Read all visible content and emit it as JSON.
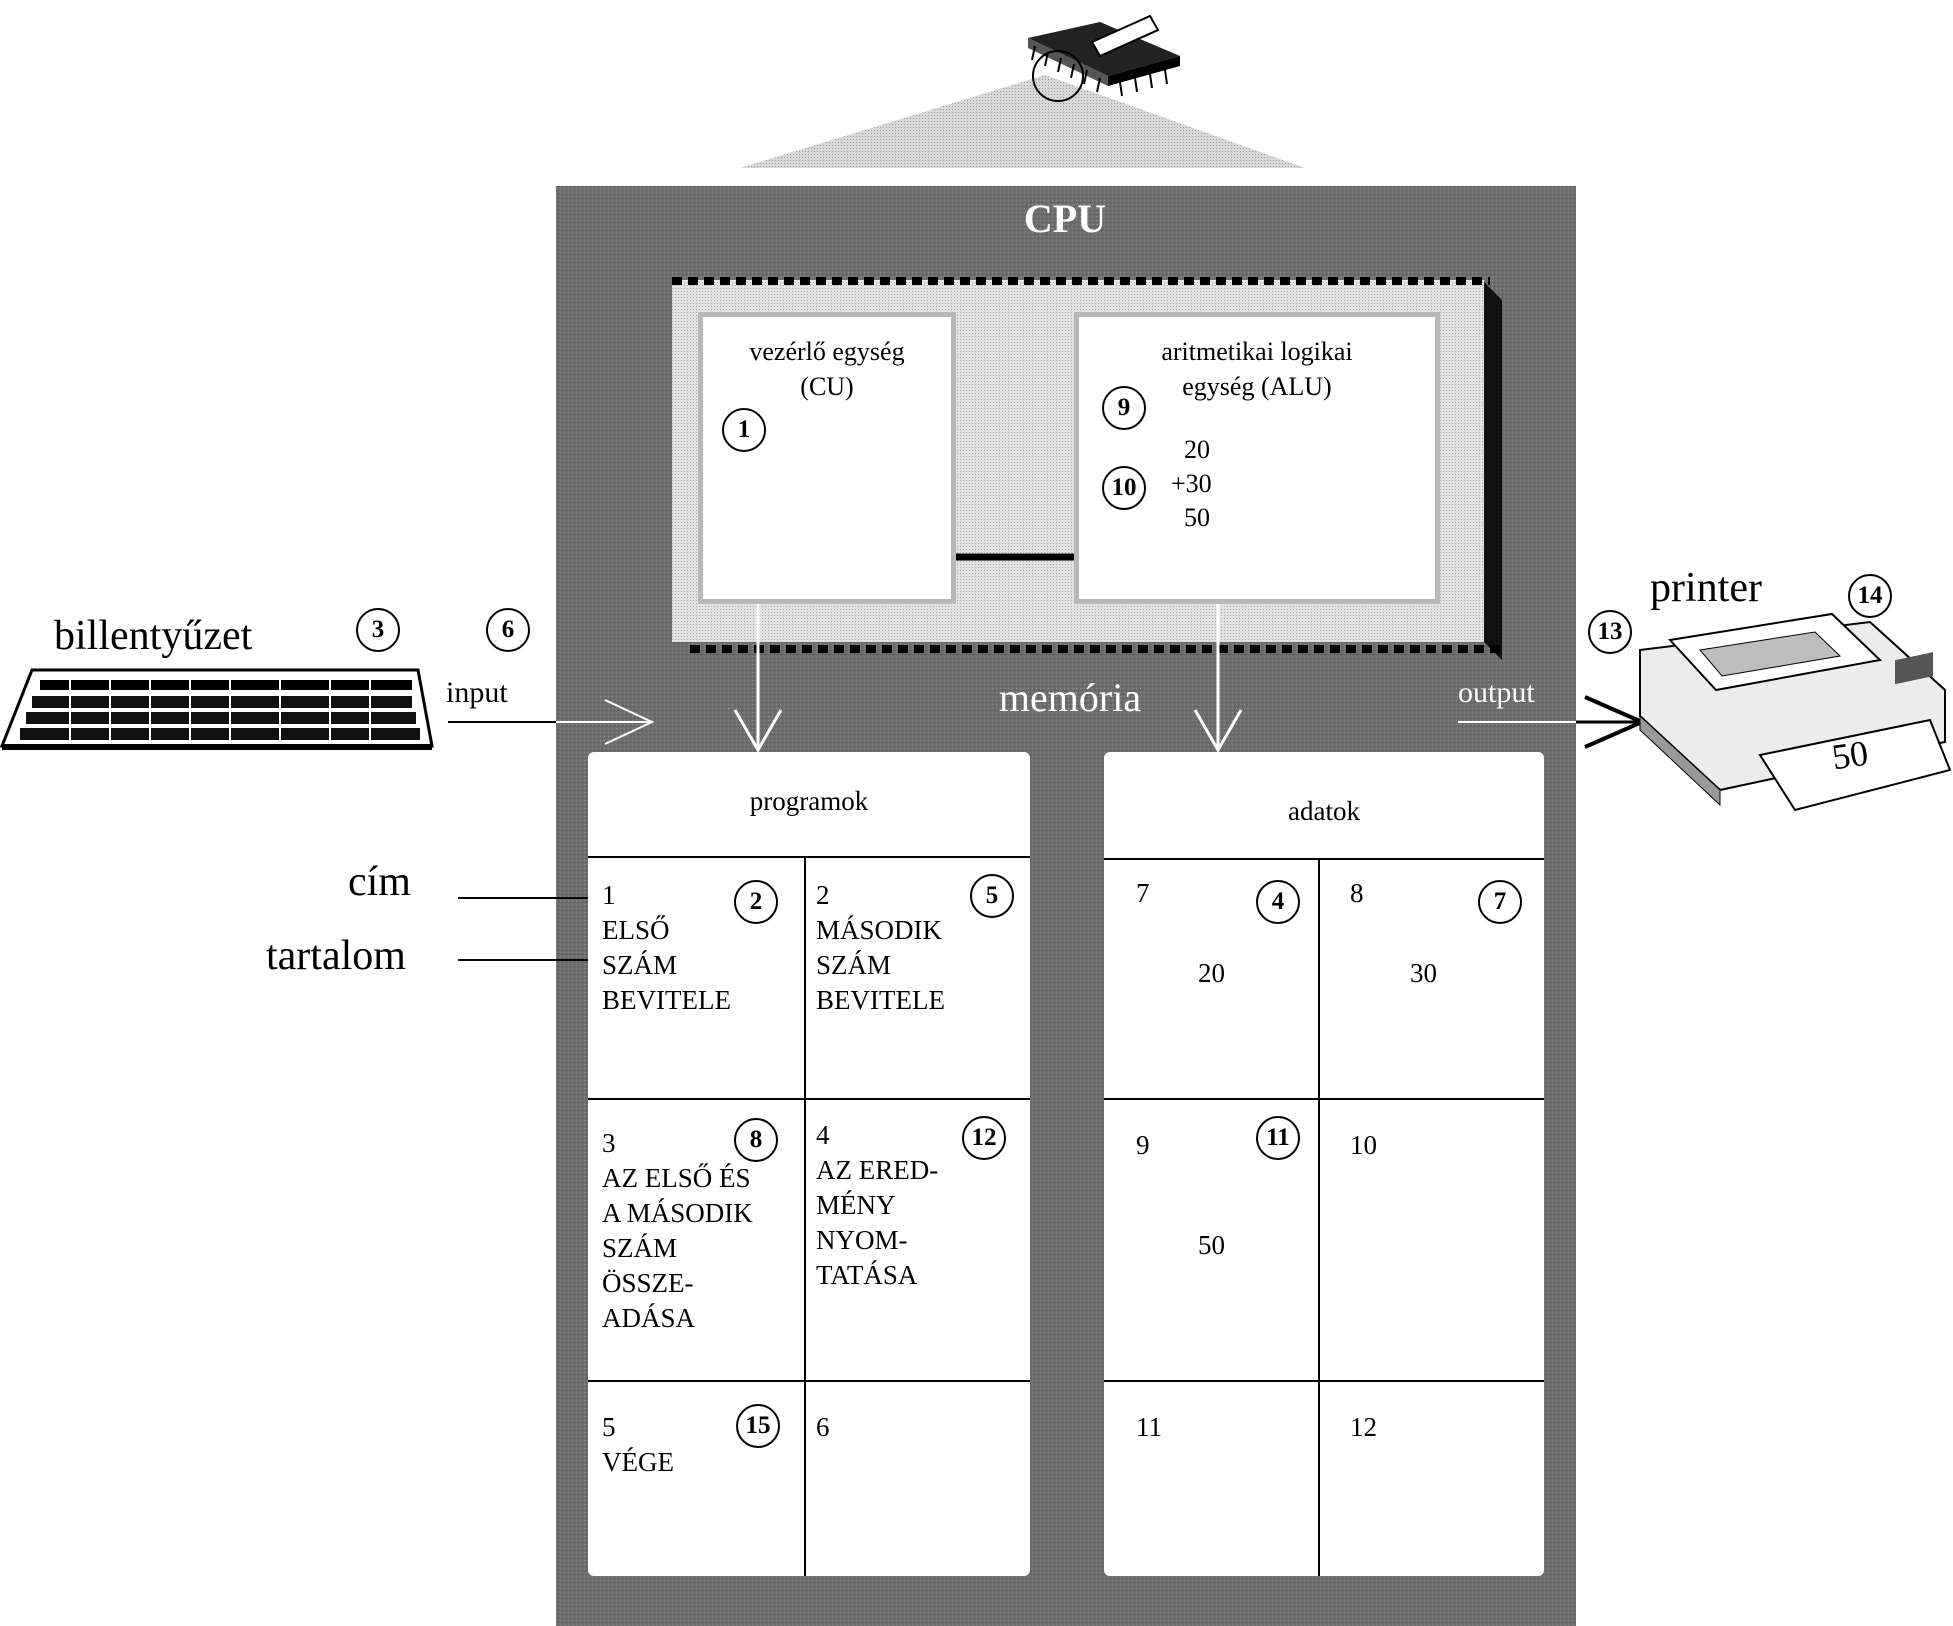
{
  "cpu": {
    "label": "CPU"
  },
  "memory": {
    "label": "memória"
  },
  "control_unit": {
    "title_line1": "vezérlő egység",
    "title_line2": "(CU)"
  },
  "alu": {
    "title_line1": "aritmetikai logikai",
    "title_line2": "egység (ALU)",
    "calc": [
      "20",
      "+30",
      "50"
    ]
  },
  "keyboard": {
    "label": "billentyűzet"
  },
  "printer": {
    "label": "printer",
    "paper_value": "50"
  },
  "io": {
    "input": "input",
    "output": "output"
  },
  "legend": {
    "address": "cím",
    "content": "tartalom"
  },
  "programs": {
    "header": "programok",
    "cells": [
      {
        "address": "1",
        "lines": [
          "ELSŐ",
          "SZÁM",
          "BEVITELE"
        ]
      },
      {
        "address": "2",
        "lines": [
          "MÁSODIK",
          "SZÁM",
          "BEVITELE"
        ]
      },
      {
        "address": "3",
        "lines": [
          "AZ ELSŐ ÉS",
          "A MÁSODIK",
          "SZÁM",
          "ÖSSZE-",
          "ADÁSA"
        ]
      },
      {
        "address": "4",
        "lines": [
          "AZ ERED-",
          "MÉNY",
          "NYOM-",
          "TATÁSA"
        ]
      },
      {
        "address": "5",
        "lines": [
          "VÉGE"
        ]
      },
      {
        "address": "6",
        "lines": []
      }
    ]
  },
  "data": {
    "header": "adatok",
    "cells": [
      {
        "address": "7",
        "value": "20"
      },
      {
        "address": "8",
        "value": "30"
      },
      {
        "address": "9",
        "value": "50"
      },
      {
        "address": "10",
        "value": ""
      },
      {
        "address": "11",
        "value": ""
      },
      {
        "address": "12",
        "value": ""
      }
    ]
  },
  "steps": [
    "1",
    "2",
    "3",
    "4",
    "5",
    "6",
    "7",
    "8",
    "9",
    "10",
    "11",
    "12",
    "13",
    "14",
    "15"
  ]
}
